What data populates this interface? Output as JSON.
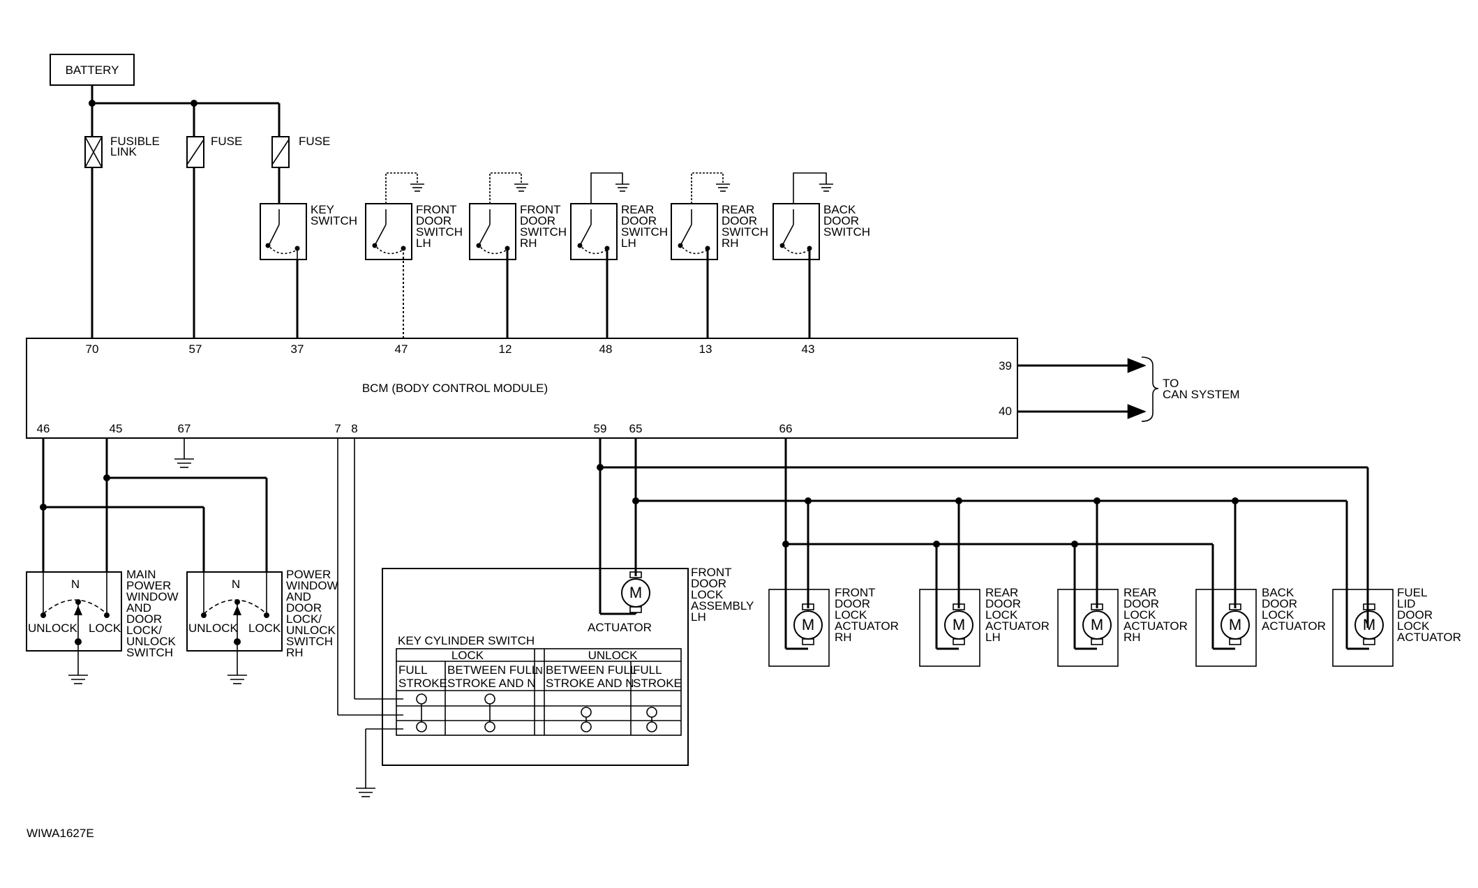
{
  "battery": "BATTERY",
  "fusible_link": [
    "FUSIBLE",
    "LINK"
  ],
  "fuse": "FUSE",
  "switches": [
    {
      "id": "key",
      "label": [
        "KEY",
        "SWITCH"
      ]
    },
    {
      "id": "front-lh",
      "label": [
        "FRONT",
        "DOOR",
        "SWITCH",
        "LH"
      ]
    },
    {
      "id": "front-rh",
      "label": [
        "FRONT",
        "DOOR",
        "SWITCH",
        "RH"
      ]
    },
    {
      "id": "rear-lh",
      "label": [
        "REAR",
        "DOOR",
        "SWITCH",
        "LH"
      ]
    },
    {
      "id": "rear-rh",
      "label": [
        "REAR",
        "DOOR",
        "SWITCH",
        "RH"
      ]
    },
    {
      "id": "back",
      "label": [
        "BACK",
        "DOOR",
        "SWITCH"
      ]
    }
  ],
  "bcm": {
    "title": "BCM (BODY CONTROL MODULE)",
    "top_pins": [
      "70",
      "57",
      "37",
      "47",
      "12",
      "48",
      "13",
      "43"
    ],
    "bottom_pins": [
      "46",
      "45",
      "67",
      "7",
      "8",
      "59",
      "65",
      "66"
    ],
    "right_pins": [
      "39",
      "40"
    ]
  },
  "can": [
    "TO",
    "CAN SYSTEM"
  ],
  "main_switch": {
    "n": "N",
    "unlock": "UNLOCK",
    "lock": "LOCK",
    "label": [
      "MAIN",
      "POWER",
      "WINDOW",
      "AND",
      "DOOR",
      "LOCK/",
      "UNLOCK",
      "SWITCH"
    ]
  },
  "rh_switch": {
    "n": "N",
    "unlock": "UNLOCK",
    "lock": "LOCK",
    "label": [
      "POWER",
      "WINDOW",
      "AND",
      "DOOR",
      "LOCK/",
      "UNLOCK",
      "SWITCH",
      "RH"
    ]
  },
  "front_door_lock_assembly": {
    "label": [
      "FRONT",
      "DOOR",
      "LOCK",
      "ASSEMBLY",
      "LH"
    ],
    "actuator": "ACTUATOR",
    "motor": "M"
  },
  "key_cylinder": {
    "title": "KEY CYLINDER SWITCH",
    "lock": "LOCK",
    "unlock": "UNLOCK",
    "cols": [
      [
        "FULL",
        "STROKE"
      ],
      [
        "BETWEEN FULL",
        "STROKE AND N"
      ],
      [
        "N"
      ],
      [
        "BETWEEN FULL",
        "STROKE AND N"
      ],
      [
        "FULL",
        "STROKE"
      ]
    ]
  },
  "actuators": [
    {
      "id": "front-rh",
      "label": [
        "FRONT",
        "DOOR",
        "LOCK",
        "ACTUATOR",
        "RH"
      ],
      "motor": "M"
    },
    {
      "id": "rear-lh",
      "label": [
        "REAR",
        "DOOR",
        "LOCK",
        "ACTUATOR",
        "LH"
      ],
      "motor": "M"
    },
    {
      "id": "rear-rh",
      "label": [
        "REAR",
        "DOOR",
        "LOCK",
        "ACTUATOR",
        "RH"
      ],
      "motor": "M"
    },
    {
      "id": "back",
      "label": [
        "BACK",
        "DOOR",
        "LOCK",
        "ACTUATOR"
      ],
      "motor": "M"
    },
    {
      "id": "fuel-lid",
      "label": [
        "FUEL",
        "LID",
        "DOOR",
        "LOCK",
        "ACTUATOR"
      ],
      "motor": "M"
    }
  ],
  "figure_id": "WIWA1627E"
}
